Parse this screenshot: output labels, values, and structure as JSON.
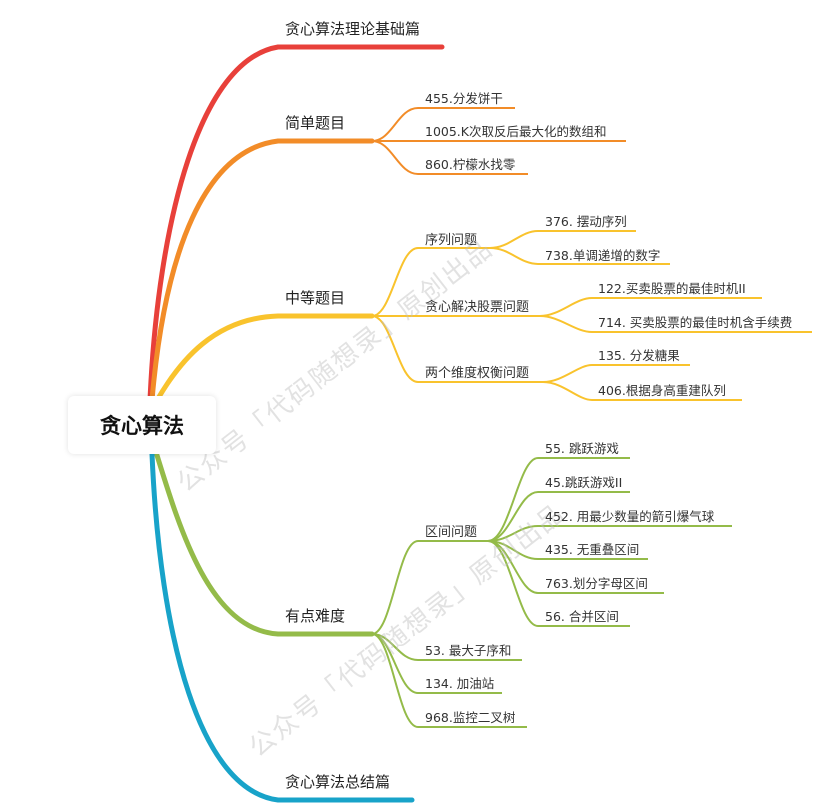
{
  "root": {
    "label": "贪心算法"
  },
  "watermark": "公众号「代码随想录」原创出品",
  "colors": {
    "theory": "#e8403a",
    "simple": "#f28c28",
    "medium": "#f9c32d",
    "hard": "#94bb49",
    "summary": "#18a3c9"
  },
  "branches": {
    "theory": {
      "label": "贪心算法理论基础篇"
    },
    "simple": {
      "label": "简单题目",
      "items": [
        "455.分发饼干",
        "1005.K次取反后最大化的数组和",
        "860.柠檬水找零"
      ]
    },
    "medium": {
      "label": "中等题目",
      "groups": [
        {
          "label": "序列问题",
          "items": [
            "376. 摆动序列",
            "738.单调递增的数字"
          ]
        },
        {
          "label": "贪心解决股票问题",
          "items": [
            "122.买卖股票的最佳时机II",
            "714. 买卖股票的最佳时机含手续费"
          ]
        },
        {
          "label": "两个维度权衡问题",
          "items": [
            "135. 分发糖果",
            "406.根据身高重建队列"
          ]
        }
      ]
    },
    "hard": {
      "label": "有点难度",
      "group": {
        "label": "区间问题",
        "items": [
          "55. 跳跃游戏",
          "45.跳跃游戏II",
          "452. 用最少数量的箭引爆气球",
          "435. 无重叠区间",
          "763.划分字母区间",
          "56. 合并区间"
        ]
      },
      "items": [
        "53. 最大子序和",
        "134. 加油站",
        "968.监控二叉树"
      ]
    },
    "summary": {
      "label": "贪心算法总结篇"
    }
  }
}
